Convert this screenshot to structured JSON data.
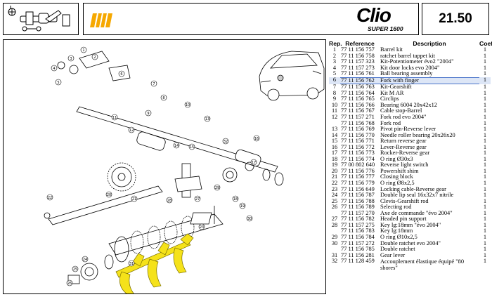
{
  "header": {
    "page_number": "21.50",
    "logo_main": "Clio",
    "logo_sub": "SUPER 1600"
  },
  "colors": {
    "highlight_yellow": "#f5e21a",
    "logo_orange": "#f6a800",
    "row_highlight": "#dde6f6"
  },
  "table": {
    "headers": {
      "rep": "Rep.",
      "ref": "Reference",
      "desc": "Description",
      "coef": "Coef"
    },
    "rows": [
      {
        "rep": "1",
        "ref": "77 11 156 757",
        "desc": "Barrel kit",
        "coef": "1"
      },
      {
        "rep": "2",
        "ref": "77 11 156 758",
        "desc": "ratchet barrel tappet kit",
        "coef": "1"
      },
      {
        "rep": "3",
        "ref": "77 11 157 323",
        "desc": "Kit-Potentiometer évo2 \"2004\"",
        "coef": "1"
      },
      {
        "rep": "4",
        "ref": "77 11 157 273",
        "desc": "Kit door locks evo 2004\"",
        "coef": "1"
      },
      {
        "rep": "5",
        "ref": "77 11 156 761",
        "desc": "Ball bearing assembly",
        "coef": "1"
      },
      {
        "rep": "6",
        "ref": "77 11 156 762",
        "desc": "Fork with finger",
        "coef": "1",
        "hl": true
      },
      {
        "rep": "7",
        "ref": "77 11 156 763",
        "desc": "Kit-Gearshift",
        "coef": "1"
      },
      {
        "rep": "8",
        "ref": "77 11 156 764",
        "desc": "Kit M AR",
        "coef": "1"
      },
      {
        "rep": "9",
        "ref": "77 11 156 765",
        "desc": "Circlips",
        "coef": "1"
      },
      {
        "rep": "10",
        "ref": "77 11 156 766",
        "desc": "Bearing 6004 20x42x12",
        "coef": "1"
      },
      {
        "rep": "11",
        "ref": "77 11 156 767",
        "desc": "Cable stop-Barrel",
        "coef": "1"
      },
      {
        "rep": "12",
        "ref": "77 11 157 271",
        "desc": "Fork rod evo 2004\"",
        "coef": "1"
      },
      {
        "rep": "",
        "ref": "77 11 156 768",
        "desc": "Fork rod",
        "coef": "1"
      },
      {
        "rep": "13",
        "ref": "77 11 156 769",
        "desc": "Pivot pin-Reverse lever",
        "coef": "1"
      },
      {
        "rep": "14",
        "ref": "77 11 156 770",
        "desc": "Needle roller bearing 20x26x20",
        "coef": "1"
      },
      {
        "rep": "15",
        "ref": "77 11 156 771",
        "desc": "Return reverse gear",
        "coef": "1"
      },
      {
        "rep": "16",
        "ref": "77 11 156 772",
        "desc": "Lever-Reverse gear",
        "coef": "1"
      },
      {
        "rep": "17",
        "ref": "77 11 156 773",
        "desc": "Rocker-Reverse gear",
        "coef": "1"
      },
      {
        "rep": "18",
        "ref": "77 11 156 774",
        "desc": "O ring Ø30x3",
        "coef": "1"
      },
      {
        "rep": "19",
        "ref": "77 00 802 640",
        "desc": "Reverse light switch",
        "coef": "1"
      },
      {
        "rep": "20",
        "ref": "77 11 156 776",
        "desc": "Powershift shim",
        "coef": "1"
      },
      {
        "rep": "21",
        "ref": "77 11 156 777",
        "desc": "Closing block",
        "coef": "1"
      },
      {
        "rep": "22",
        "ref": "77 11 156 779",
        "desc": "O ring Ø8x2,5",
        "coef": "1"
      },
      {
        "rep": "23",
        "ref": "77 11 156 649",
        "desc": "Locking cable-Reverse gear",
        "coef": "1"
      },
      {
        "rep": "24",
        "ref": "77 11 156 787",
        "desc": "Double lip seal 16x32x7 nitrile",
        "coef": "1"
      },
      {
        "rep": "25",
        "ref": "77 11 156 788",
        "desc": "Clevis-Gearshift rod",
        "coef": "1"
      },
      {
        "rep": "26",
        "ref": "77 11 156 789",
        "desc": "Selecting rod",
        "coef": "1"
      },
      {
        "rep": "",
        "ref": "77 11 157 270",
        "desc": "Axe de commande \"évo 2004\"",
        "coef": "1"
      },
      {
        "rep": "27",
        "ref": "77 11 156 782",
        "desc": "Headed pin support",
        "coef": "1"
      },
      {
        "rep": "28",
        "ref": "77 11 157 275",
        "desc": "Key lg:18mm \"évo 2004\"",
        "coef": "1"
      },
      {
        "rep": "",
        "ref": "77 11 156 783",
        "desc": "Key lg:18mm",
        "coef": "1"
      },
      {
        "rep": "29",
        "ref": "77 11 156 784",
        "desc": "O ring Ø10x2,5",
        "coef": "1"
      },
      {
        "rep": "30",
        "ref": "77 11 157 272",
        "desc": "Double ratchet evo 2004\"",
        "coef": "1"
      },
      {
        "rep": "",
        "ref": "77 11 156 785",
        "desc": "Double ratchet",
        "coef": "1"
      },
      {
        "rep": "31",
        "ref": "77 11 156 281",
        "desc": "Gear lever",
        "coef": "1"
      },
      {
        "rep": "32",
        "ref": "77 11 128 459",
        "desc": "Accouplement élastique équipé \"80 shores\"",
        "coef": "1",
        "wrap": true
      }
    ]
  },
  "diagram": {
    "callouts": [
      "1",
      "2",
      "3",
      "4",
      "5",
      "6",
      "7",
      "8",
      "9",
      "10",
      "11",
      "12",
      "13",
      "14",
      "15",
      "16",
      "17",
      "18",
      "19",
      "20",
      "21",
      "22",
      "23",
      "24",
      "25",
      "26",
      "27",
      "28",
      "29",
      "30",
      "31",
      "32"
    ]
  }
}
